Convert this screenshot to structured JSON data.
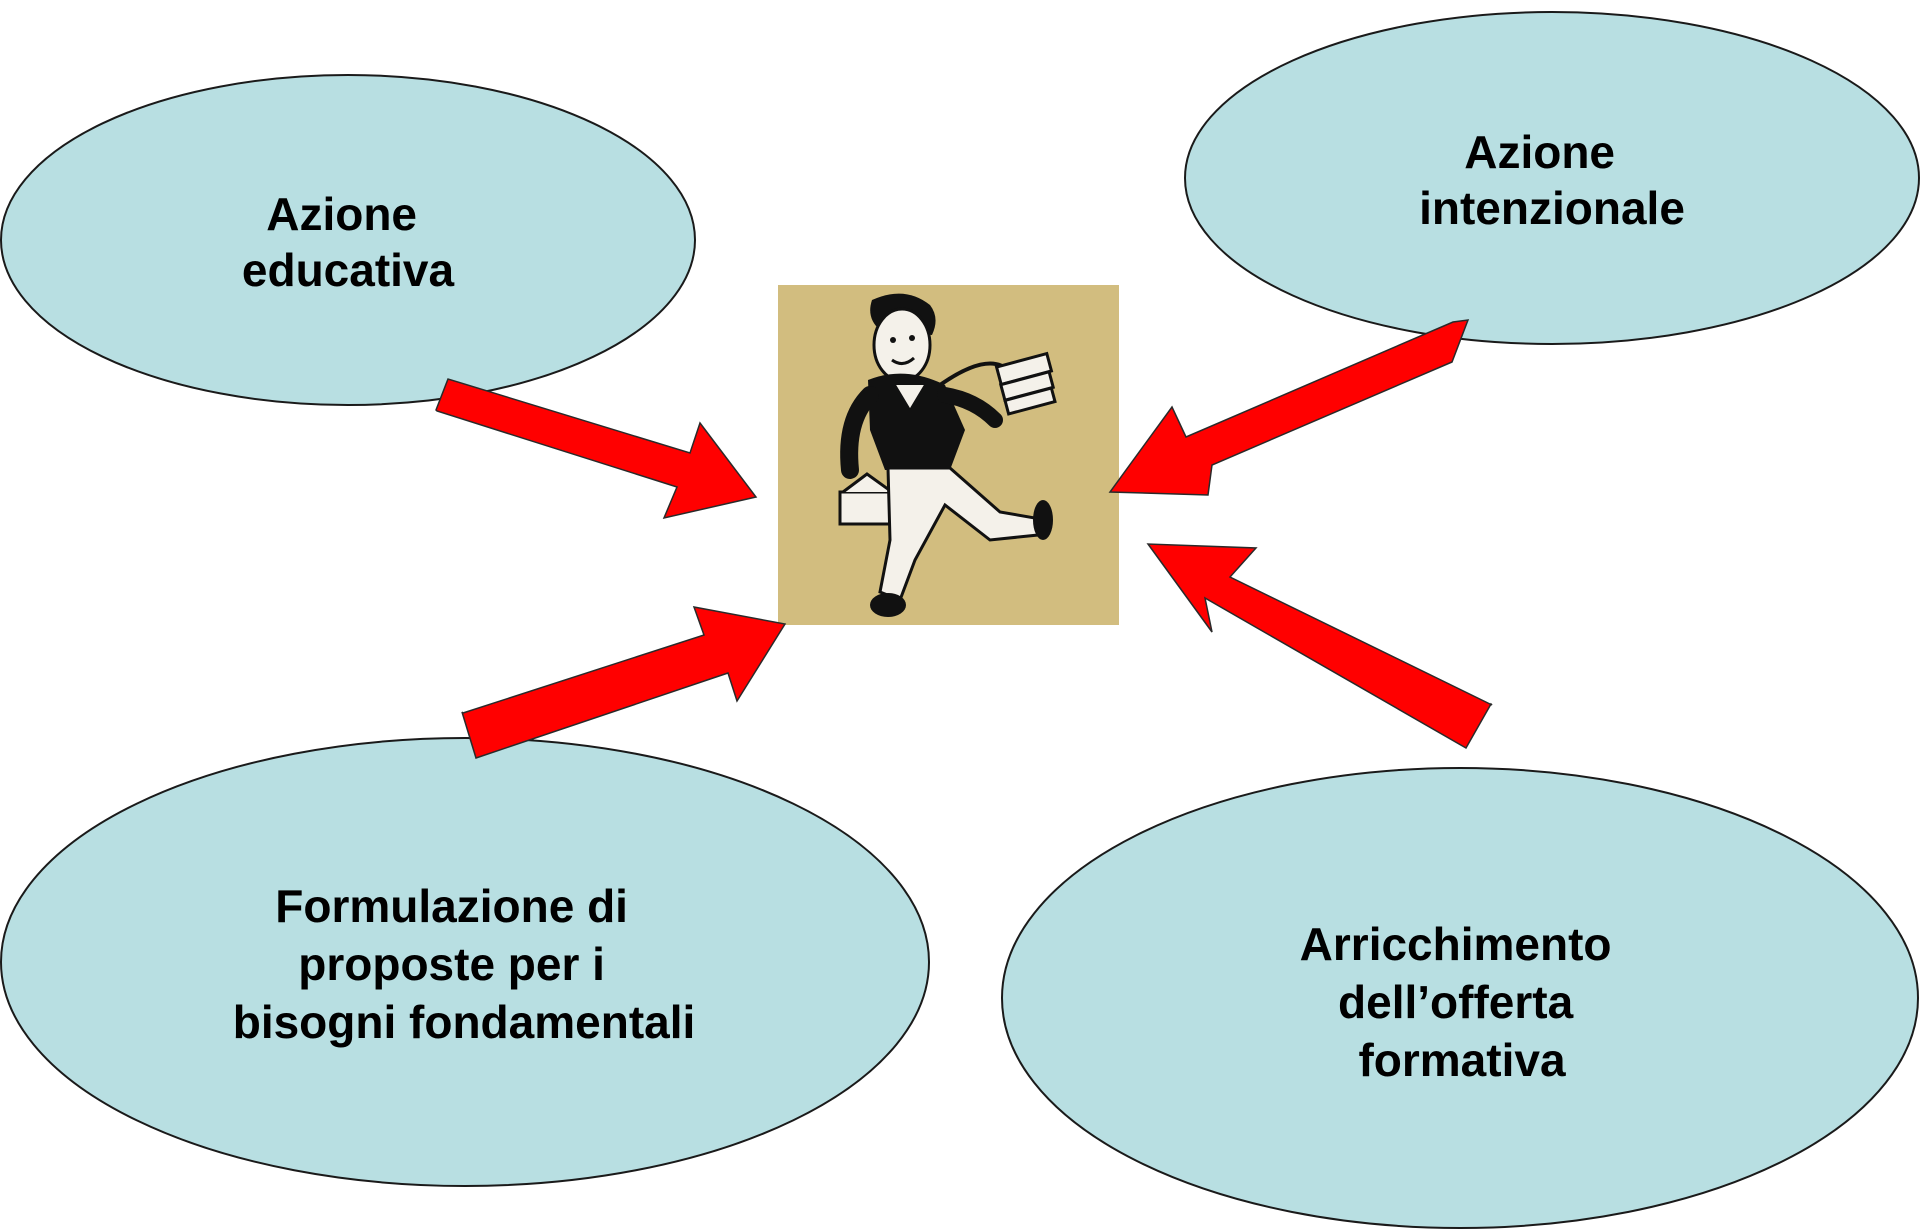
{
  "nodes": {
    "top_left": {
      "lines": [
        "Azione",
        "educativa"
      ]
    },
    "top_right": {
      "lines": [
        "Azione",
        "intenzionale"
      ]
    },
    "bottom_left": {
      "lines": [
        "Formulazione di",
        "proposte per i",
        "bisogni fondamentali"
      ]
    },
    "bottom_right": {
      "lines": [
        "Arricchimento",
        "dell’offerta",
        "formativa"
      ]
    }
  },
  "center_image": {
    "icon": "schoolboy-running-with-books-illustration"
  },
  "colors": {
    "ellipse_fill": "#b8dfe2",
    "arrow_fill": "#ff0000",
    "image_background": "#d2bd7f"
  }
}
